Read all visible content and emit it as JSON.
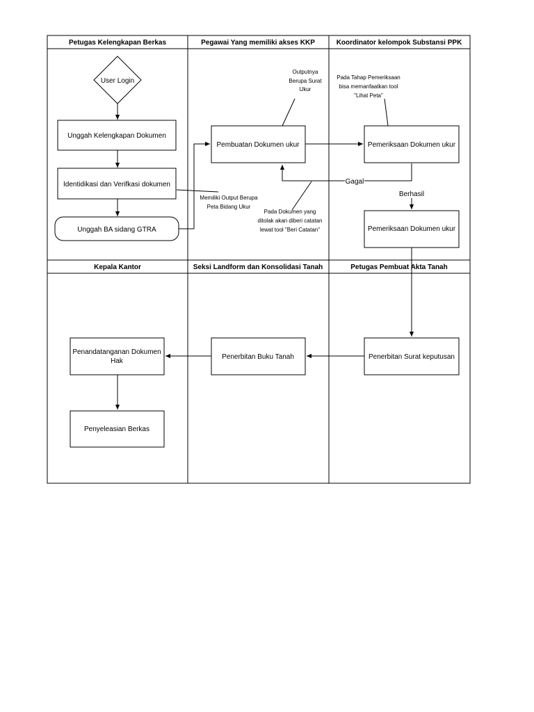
{
  "lanes": {
    "top": [
      "Petugas Kelengkapan Berkas",
      "Pegawai Yang memiliki akses KKP",
      "Koordinator kelompok Substansi PPK"
    ],
    "bottom": [
      "Kepala Kantor",
      "Seksi Landform dan Konsolidasi Tanah",
      "Petugas Pembuat Akta Tanah"
    ]
  },
  "nodes": {
    "user_login": "User Login",
    "unggah_kelengkapan": "Unggah Kelengkapan Dokumen",
    "identifikasi": "Identidikasi dan Verifkasi dokumen",
    "unggah_ba": "Unggah BA sidang GTRA",
    "pembuatan": "Pembuatan Dokumen ukur",
    "pemeriksaan_1": "Pemeriksaan Dokumen ukur",
    "pemeriksaan_2": "Pemeriksaan Dokumen ukur",
    "penerbitan_surat": "Penerbitan Surat keputusan",
    "penerbitan_buku": "Penerbitan Buku Tanah",
    "penandatanganan": [
      "Penandatanganan Dokumen",
      "Hak"
    ],
    "penyeleasian": "Penyeleasian Berkas"
  },
  "edge_labels": {
    "gagal": "Gagal",
    "berhasil": "Berhasil"
  },
  "notes": {
    "output_surat_ukur": [
      "Outputnya",
      "Berupa Surat",
      "Ukur"
    ],
    "lihat_peta": [
      "Pada Tahap Pemeriksaan",
      "bisa memanfaatkan tool",
      "\"Lihat Peta\""
    ],
    "output_peta": [
      "Memiliki Output Berupa",
      "Peta Bidang Ukur"
    ],
    "beri_catatan": [
      "Pada Dokumen yang",
      "ditolak akan diberi catatan",
      "lewat tool \"Beri Catatan\""
    ]
  }
}
